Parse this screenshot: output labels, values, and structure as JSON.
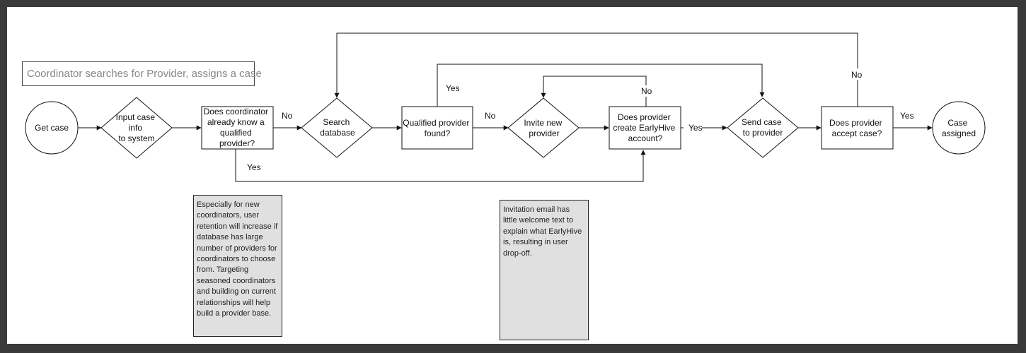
{
  "title": "Coordinator searches for Provider, assigns a case",
  "nodes": {
    "get_case": [
      "Get case"
    ],
    "input_case": [
      "Input case",
      "info",
      "to system"
    ],
    "already_know": [
      "Does coordinator",
      "already know a",
      "qualified",
      "provider?"
    ],
    "search_db": [
      "Search",
      "database"
    ],
    "qualified_found": [
      "Qualified provider",
      "found?"
    ],
    "invite": [
      "Invite new",
      "provider"
    ],
    "create_account": [
      "Does provider",
      "create EarlyHive",
      "account?"
    ],
    "send_case": [
      "Send case",
      "to provider"
    ],
    "accept_case": [
      "Does provider",
      "accept case?"
    ],
    "case_assigned": [
      "Case",
      "assigned"
    ]
  },
  "edge_labels": {
    "already_know_no": "No",
    "already_know_yes": "Yes",
    "qualified_yes": "Yes",
    "qualified_no": "No",
    "create_no": "No",
    "create_yes": "Yes",
    "accept_no": "No",
    "accept_yes": "Yes"
  },
  "notes": {
    "note1": "Especially for new coordinators, user retention will increase if database has large number of providers for coordinators to choose from. Targeting seasoned coordinators and building on current relationships will help build a provider base.",
    "note2": "Invitation email has little welcome text to explain what EarlyHive is, resulting in user drop-off."
  },
  "colors": {
    "line": "#111111",
    "note_fill": "#e0e0e0",
    "title_text": "#888888"
  }
}
